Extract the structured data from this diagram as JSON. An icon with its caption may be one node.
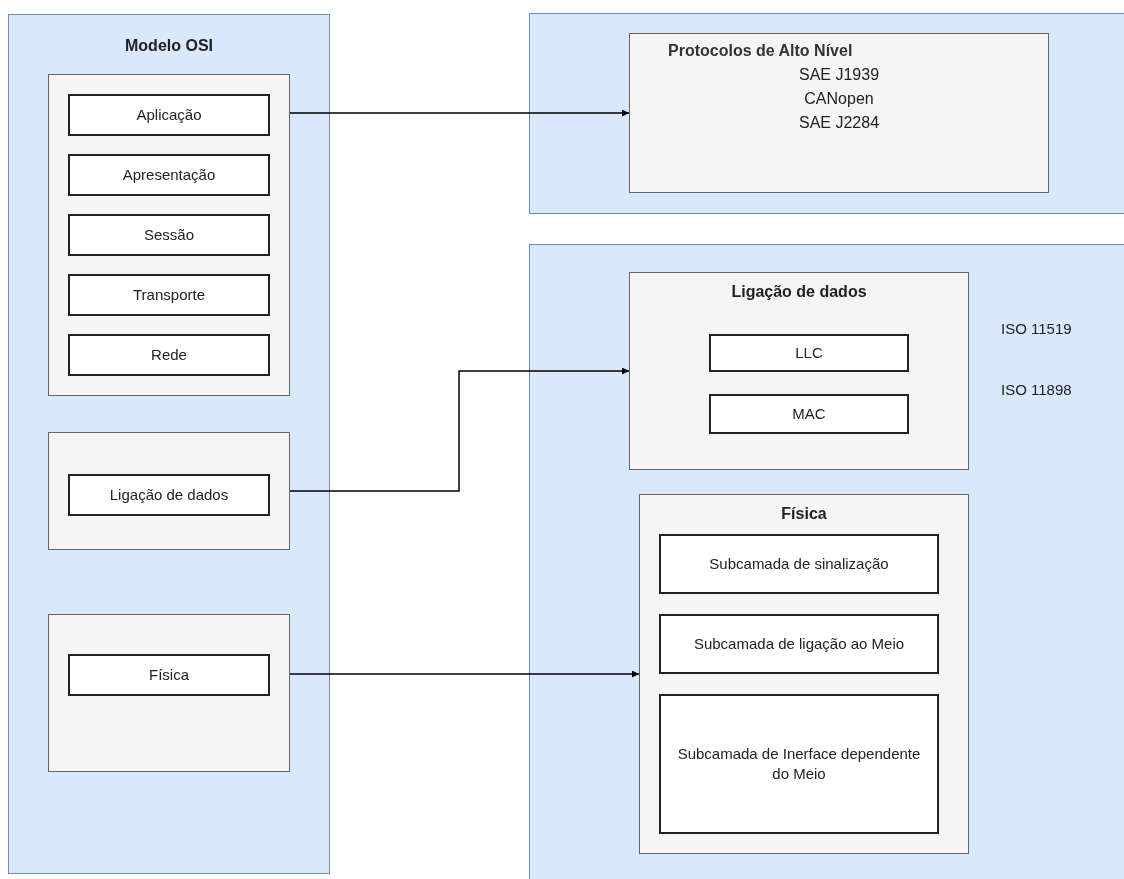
{
  "diagram": {
    "nodes": [
      {
        "text": [
          "Modelo OSI"
        ]
      },
      {
        "text": [],
        "shape": "box",
        "in": 0
      },
      {
        "text": [
          "Aplicação"
        ],
        "in": 1
      },
      {
        "text": [
          "Apresentação"
        ],
        "in": 1
      },
      {
        "text": [
          "Sessão"
        ],
        "in": 1
      },
      {
        "text": [
          "Transporte"
        ],
        "in": 1
      },
      {
        "text": [
          "Rede"
        ],
        "in": 1
      },
      {
        "text": [],
        "shape": "box",
        "in": 0
      },
      {
        "text": [
          "Ligação de dados"
        ],
        "in": 7
      },
      {
        "text": [],
        "shape": "box",
        "in": 0
      },
      {
        "text": [
          "Física"
        ],
        "in": 9
      },
      {
        "text": [],
        "shape": "box"
      },
      {
        "text": [
          "Protocolos de Alto Nível",
          "SAE J1939",
          "CANopen",
          "SAE J2284"
        ],
        "in": 11
      },
      {
        "text": [],
        "shape": "box"
      },
      {
        "text": [
          "Ligação de dados"
        ],
        "in": 13
      },
      {
        "text": [
          "LLC"
        ],
        "in": 14
      },
      {
        "text": [
          "MAC"
        ],
        "in": 14
      },
      {
        "text": [
          "Física"
        ],
        "in": 13
      },
      {
        "text": [
          "Subcamada de sinalização"
        ],
        "in": 17
      },
      {
        "text": [
          "Subcamada de ligação ao Meio"
        ],
        "in": 17
      },
      {
        "text": [
          "Subcamada de Inerface dependente do Meio"
        ],
        "in": 17
      }
    ],
    "edges": [
      {
        "from": 1,
        "to": 12,
        "arrow": "to"
      },
      {
        "from": 7,
        "to": 14,
        "arrow": "to"
      },
      {
        "from": 9,
        "to": 17,
        "arrow": "to"
      }
    ],
    "labels": [
      "ISO 11519",
      "ISO 11898"
    ]
  }
}
